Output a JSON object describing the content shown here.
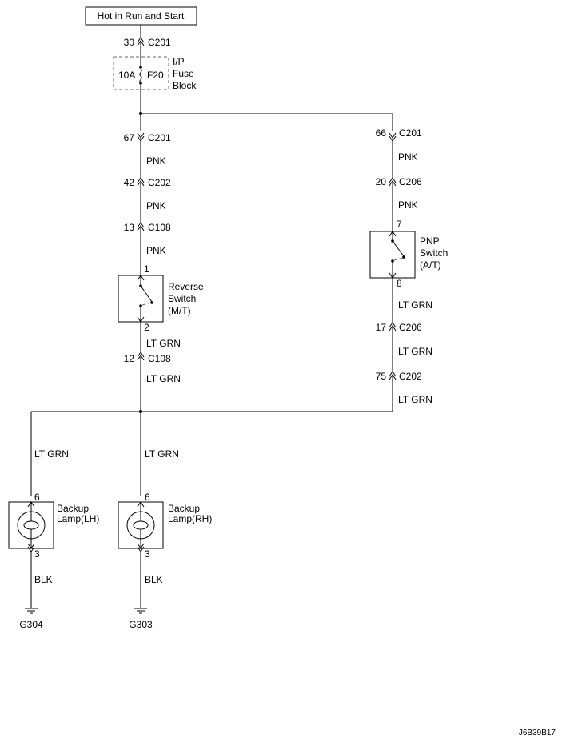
{
  "power": {
    "label": "Hot in Run and Start"
  },
  "fuse": {
    "rating": "10A",
    "name": "F20",
    "block_line1": "I/P",
    "block_line2": "Fuse",
    "block_line3": "Block"
  },
  "left_branch": {
    "c201_top": {
      "pin": "30",
      "name": "C201"
    },
    "c201": {
      "pin": "67",
      "name": "C201"
    },
    "wire1": "PNK",
    "c202": {
      "pin": "42",
      "name": "C202"
    },
    "wire2": "PNK",
    "c108a": {
      "pin": "13",
      "name": "C108"
    },
    "wire3": "PNK",
    "switch": {
      "pin_in": "1",
      "pin_out": "2",
      "line1": "Reverse",
      "line2": "Switch",
      "line3": "(M/T)"
    },
    "wire4": "LT GRN",
    "c108b": {
      "pin": "12",
      "name": "C108"
    },
    "wire5": "LT GRN"
  },
  "right_branch": {
    "c201": {
      "pin": "66",
      "name": "C201"
    },
    "wire1": "PNK",
    "c206a": {
      "pin": "20",
      "name": "C206"
    },
    "wire2": "PNK",
    "switch": {
      "pin_in": "7",
      "pin_out": "8",
      "line1": "PNP",
      "line2": "Switch",
      "line3": "(A/T)"
    },
    "wire3": "LT GRN",
    "c206b": {
      "pin": "17",
      "name": "C206"
    },
    "wire4": "LT GRN",
    "c202": {
      "pin": "75",
      "name": "C202"
    },
    "wire5": "LT GRN"
  },
  "lamp_lh": {
    "wire_in": "LT GRN",
    "pin_in": "6",
    "pin_out": "3",
    "line1": "Backup",
    "line2": "Lamp(LH)",
    "wire_out": "BLK",
    "ground": "G304"
  },
  "lamp_rh": {
    "wire_in": "LT GRN",
    "pin_in": "6",
    "pin_out": "3",
    "line1": "Backup",
    "line2": "Lamp(RH)",
    "wire_out": "BLK",
    "ground": "G303"
  },
  "figure_id": "J6B39B17"
}
